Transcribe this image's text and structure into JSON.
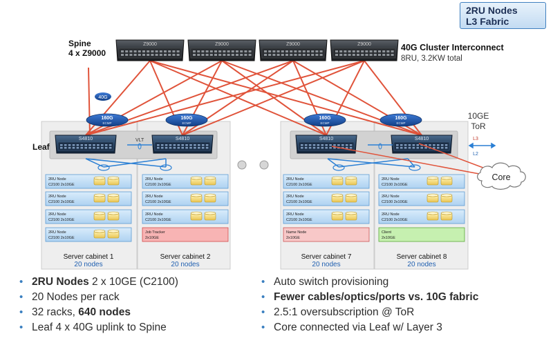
{
  "badge": {
    "line1": "2RU Nodes",
    "line2": "L3 Fabric"
  },
  "spine": {
    "title": "Spine",
    "count": "4 x Z9000",
    "switch_label": "Z9000",
    "switches": [
      "Z9000",
      "Z9000",
      "Z9000",
      "Z9000"
    ],
    "interconnect_title": "40G Cluster Interconnect",
    "interconnect_sub": "8RU, 3.2KW total",
    "uplink_label": "40G"
  },
  "ecmp": {
    "speed": "160G",
    "label": "ECMP",
    "count": 4
  },
  "leaf": {
    "title": "Leaf",
    "switch_label": "S4810",
    "vlt_label": "VLT"
  },
  "tor": {
    "line1": "10GE",
    "line2": "ToR",
    "l3": "L3",
    "l2": "L2"
  },
  "core": {
    "label": "Core"
  },
  "cabinets": [
    {
      "title": "Server cabinet 1",
      "nodes_count": "20 nodes",
      "nodes": [
        {
          "name": "2RU Node",
          "spec": "C2100 2x10GE",
          "type": "node"
        },
        {
          "name": "2RU Node",
          "spec": "C2100 2x10GE",
          "type": "node"
        },
        {
          "name": "2RU Node",
          "spec": "C2100 2x10GE",
          "type": "node"
        },
        {
          "name": "2RU Node",
          "spec": "C2100 2x10GE",
          "type": "node"
        }
      ]
    },
    {
      "title": "Server cabinet 2",
      "nodes_count": "20 nodes",
      "nodes": [
        {
          "name": "2RU Node",
          "spec": "C2100 2x10GE",
          "type": "node"
        },
        {
          "name": "2RU Node",
          "spec": "C2100 2x10GE",
          "type": "node"
        },
        {
          "name": "2RU Node",
          "spec": "C2100 2x10GE",
          "type": "node"
        },
        {
          "name": "Job Tracker",
          "spec": "2x10GE",
          "type": "job-tracker"
        }
      ]
    },
    {
      "title": "Server cabinet 7",
      "nodes_count": "20 nodes",
      "nodes": [
        {
          "name": "2RU Node",
          "spec": "C2100 2x10GE",
          "type": "node"
        },
        {
          "name": "2RU Node",
          "spec": "C2100 2x10GE",
          "type": "node"
        },
        {
          "name": "2RU Node",
          "spec": "C2100 2x10GE",
          "type": "node"
        },
        {
          "name": "Name Node",
          "spec": "2x10GE",
          "type": "name-node"
        }
      ]
    },
    {
      "title": "Server cabinet 8",
      "nodes_count": "20 nodes",
      "nodes": [
        {
          "name": "2RU Node",
          "spec": "C2100 2x10GE",
          "type": "node"
        },
        {
          "name": "2RU Node",
          "spec": "C2100 2x10GE",
          "type": "node"
        },
        {
          "name": "2RU Node",
          "spec": "C2100 2x10GE",
          "type": "node"
        },
        {
          "name": "Client",
          "spec": "2x10GE",
          "type": "client"
        }
      ]
    }
  ],
  "colors": {
    "link": "#e0533a",
    "leaf_link": "#2a7fd4",
    "ecmp": "#1a4f9c",
    "job_tracker": "#f8b4b4",
    "name_node": "#f8c8c8",
    "client": "#c6f0b0",
    "node": "#c5e0f7"
  },
  "bullets_left": [
    {
      "bold": "2RU Nodes",
      "text": " 2 x 10GE (C2100)"
    },
    {
      "bold": "",
      "text": "20 Nodes per rack"
    },
    {
      "bold": "640 nodes",
      "pre": "32 racks, ",
      "text": ""
    },
    {
      "bold": "",
      "text": "Leaf 4 x 40G uplink to Spine"
    }
  ],
  "bullets_right": [
    {
      "bold": "",
      "text": "Auto switch provisioning"
    },
    {
      "bold": "Fewer cables/optics/ports vs. 10G fabric",
      "text": ""
    },
    {
      "bold": "",
      "text": "2.5:1 oversubscription  @ ToR"
    },
    {
      "bold": "",
      "text": "Core connected via Leaf w/ Layer 3"
    }
  ]
}
